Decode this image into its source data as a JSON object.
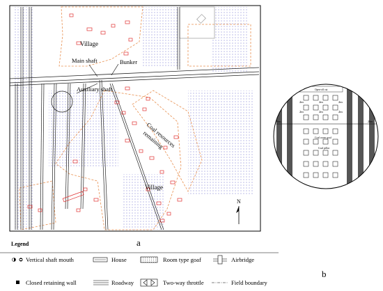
{
  "map": {
    "labels": {
      "village_top": "Village",
      "main_shaft": "Main shaft",
      "bunker": "Bunker",
      "auxiliary_shaft": "Auxiliary shaft",
      "coal_resources": "Coal resources",
      "remaining": "remaining",
      "village_bottom": "Village",
      "north": "N"
    },
    "panel_label": "a"
  },
  "detail": {
    "open_off_cut": "Open-off cut",
    "room_label": "2m",
    "dim_left": "26m",
    "dim_right": "26m",
    "coal_room_goaf": "Coal room goaf",
    "coal_pillar": "Coal pillar",
    "panel_label": "b"
  },
  "legend": {
    "title": "Legend",
    "items": [
      {
        "label": "Vertical shaft mouth",
        "icon": "vertical-shaft-mouth-icon"
      },
      {
        "label": "House",
        "icon": "house-icon"
      },
      {
        "label": "Room type goaf",
        "icon": "room-type-goaf-icon"
      },
      {
        "label": "Airbridge",
        "icon": "airbridge-icon"
      },
      {
        "label": "Closed retaining wall",
        "icon": "closed-retaining-wall-icon"
      },
      {
        "label": "Roadway",
        "icon": "roadway-icon"
      },
      {
        "label": "Two-way throttle",
        "icon": "two-way-throttle-icon"
      },
      {
        "label": "Field boundary",
        "icon": "field-boundary-icon"
      }
    ]
  },
  "colors": {
    "house": "#e03030",
    "boundary": "#e89050",
    "goaf_dots": "#8a8ad8",
    "road": "#222222",
    "pillar": "#555555"
  }
}
